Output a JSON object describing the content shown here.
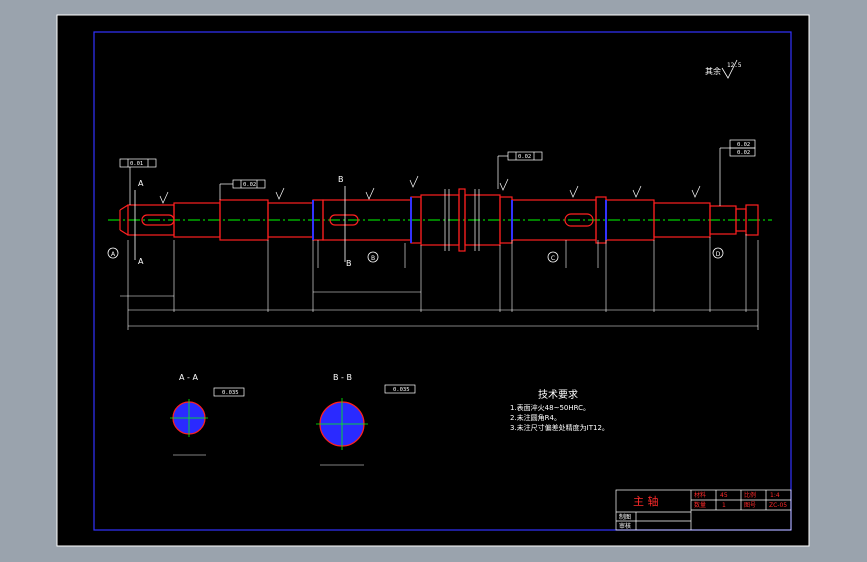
{
  "surface_finish": {
    "label": "其余",
    "value": "12.5"
  },
  "sections": {
    "a": "A",
    "b": "B",
    "c": "C",
    "d": "D"
  },
  "section_titles": {
    "aa": "A - A",
    "bb": "B - B"
  },
  "tolerance_frames": {
    "f1": "0.01",
    "f2": "0.02",
    "f3": "0.02",
    "f4": "0.02",
    "f5": "0.02",
    "sec_a": "0.035",
    "sec_b": "0.035"
  },
  "notes": {
    "title": "技术要求",
    "items": [
      "1.表面淬火48~50HRC。",
      "2.未注圆角R4。",
      "3.未注尺寸偏差处精度为IT12。"
    ]
  },
  "title_block": {
    "name": "主 轴",
    "material_label": "材料",
    "material_value": "45",
    "scale_label": "比例",
    "scale_value": "1:4",
    "qty_label": "数量",
    "qty_value": "1",
    "drawing_label": "图号",
    "drawing_value": "ZC-05",
    "drawn_label": "制图",
    "checked_label": "审核"
  },
  "colors": {
    "background": "#000000",
    "outline": "#ff2020",
    "frame": "#3232ff",
    "centerline": "#00ff00",
    "dimension": "#ffffff"
  }
}
